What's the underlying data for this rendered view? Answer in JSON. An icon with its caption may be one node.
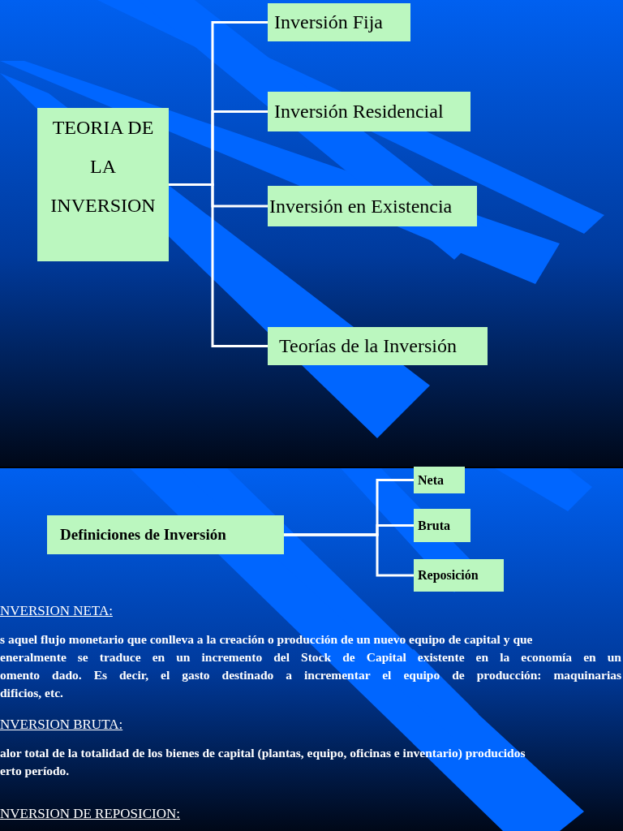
{
  "diagram": {
    "nodes": [
      {
        "text": [
          "TEORIA DE LA INVERSION"
        ]
      },
      {
        "text": [
          "Inversión Fija"
        ]
      },
      {
        "text": [
          "Inversión Residencial"
        ]
      },
      {
        "text": [
          "Inversión en Existencia"
        ]
      },
      {
        "text": [
          "Teorías de la Inversión"
        ]
      },
      {
        "text": [
          "Definiciones de Inversión"
        ]
      },
      {
        "text": [
          "Neta"
        ]
      },
      {
        "text": [
          "Bruta"
        ]
      },
      {
        "text": [
          "Reposición"
        ]
      }
    ],
    "edges": [
      {
        "from": 0,
        "to": 1,
        "arrow": "none"
      },
      {
        "from": 0,
        "to": 2,
        "arrow": "none"
      },
      {
        "from": 0,
        "to": 3,
        "arrow": "none"
      },
      {
        "from": 0,
        "to": 4,
        "arrow": "none"
      },
      {
        "from": 5,
        "to": 6,
        "arrow": "none"
      },
      {
        "from": 5,
        "to": 7,
        "arrow": "none"
      },
      {
        "from": 5,
        "to": 8,
        "arrow": "none"
      }
    ],
    "labels": [
      "NVERSION NETA:",
      "s aquel flujo monetario que conlleva a la creación o producción de un nuevo equipo de capital y que",
      "eneralmente se traduce en un incremento del Stock de Capital existente en la economía en un",
      "omento dado. Es decir, el gasto destinado a incrementar el equipo de producción: maquinarias",
      "dificios, etc.",
      "NVERSION BRUTA:",
      "alor total de la totalidad de los bienes de capital (plantas, equipo, oficinas e inventario) producidos",
      "erto período.",
      "NVERSION DE REPOSICION:"
    ]
  }
}
